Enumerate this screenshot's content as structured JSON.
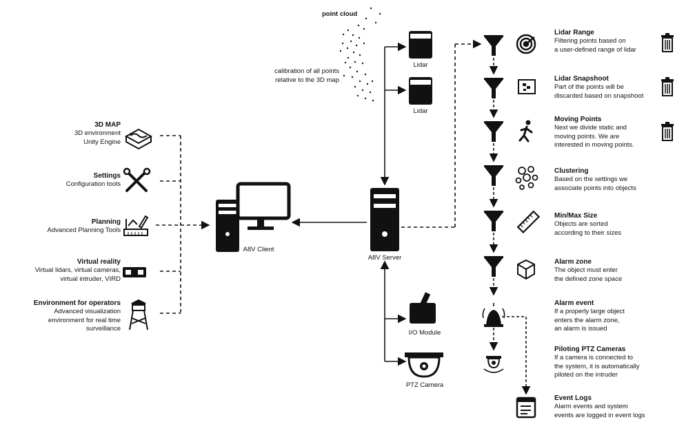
{
  "left_panel": {
    "items": [
      {
        "title": "3D MAP",
        "lines": [
          "3D environment",
          "Unity Engine"
        ],
        "icon": "3d-map-icon"
      },
      {
        "title": "Settings",
        "lines": [
          "Configuration tools"
        ],
        "icon": "tools-icon"
      },
      {
        "title": "Planning",
        "lines": [
          "Advanced Planning Tools"
        ],
        "icon": "planning-icon"
      },
      {
        "title": "Virtual reality",
        "lines": [
          "Virtual lidars, virtual cameras,",
          "virtual intruder, VIRD"
        ],
        "icon": "vr-headset-icon"
      },
      {
        "title": "Environment for operators",
        "lines": [
          "Advanced visualization",
          "environment for real time",
          "surveillance"
        ],
        "icon": "watchtower-icon"
      }
    ]
  },
  "client": {
    "label": "A8V Client",
    "icon": "client-computer-icon"
  },
  "server": {
    "label": "A8V Server",
    "icon": "server-icon"
  },
  "sensors": {
    "point_cloud": "point cloud",
    "calibration_note": [
      "calibration of all points",
      "relative to the 3D map"
    ],
    "lidar_1": "Lidar",
    "lidar_2": "Lidar"
  },
  "devices": {
    "io_module": "I/O Module",
    "ptz_camera": "PTZ Camera"
  },
  "pipeline": {
    "steps": [
      {
        "title": "Lidar Range",
        "lines": [
          "Filtering points based on",
          "a user-defined range of lidar"
        ],
        "icon": "radar-icon",
        "discard": true
      },
      {
        "title": "Lidar Snapshoot",
        "lines": [
          "Part of the points will be",
          "discarded based on snapshoot"
        ],
        "icon": "snapshot-icon",
        "discard": true
      },
      {
        "title": "Moving Points",
        "lines": [
          "Next we divide static and",
          "moving points. We are",
          "interested in moving points."
        ],
        "icon": "running-person-icon",
        "discard": true
      },
      {
        "title": "Clustering",
        "lines": [
          "Based on the settings we",
          "associate points into objects"
        ],
        "icon": "clustering-icon",
        "discard": false
      },
      {
        "title": "Min/Max Size",
        "lines": [
          "Objects are sorted",
          "according to their sizes"
        ],
        "icon": "ruler-icon",
        "discard": false
      },
      {
        "title": "Alarm zone",
        "lines": [
          "The object must enter",
          "the defined zone space"
        ],
        "icon": "zone-cube-icon",
        "discard": false
      }
    ],
    "alarm_event": {
      "title": "Alarm event",
      "lines": [
        "If a properly large object",
        "enters the alarm zone,",
        "an alarm is issued"
      ],
      "icon": "alarm-bell-icon"
    },
    "piloting": {
      "title": "Piloting PTZ Cameras",
      "lines": [
        "If a camera is connected to",
        "the system, it is automatically",
        "piloted on the intruder"
      ],
      "icon": "ptz-dome-icon"
    },
    "event_logs": {
      "title": "Event Logs",
      "lines": [
        "Alarm events and system",
        "events are logged in event logs"
      ],
      "icon": "event-log-icon"
    }
  }
}
